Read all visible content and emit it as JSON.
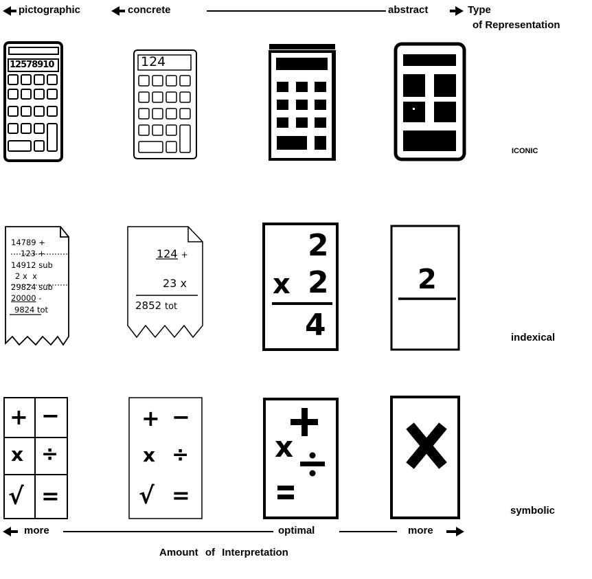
{
  "top_axis": {
    "left": "pictographic",
    "mid_left": "concrete",
    "right": "abstract",
    "title_line1": "Type",
    "title_line2": "of Representation"
  },
  "rows": {
    "iconic": "iconic",
    "indexical": "indexical",
    "symbolic": "symbolic"
  },
  "bottom_axis": {
    "left": "more",
    "middle": "optimal",
    "right": "more",
    "title": "Amount of Interpretation"
  },
  "calculator": {
    "pictographic_display": "12578910",
    "concrete_display": "124"
  },
  "tape_pictographic": {
    "lines": [
      [
        "14789",
        "+"
      ],
      [
        "123",
        "+"
      ],
      [
        "14912",
        "sub"
      ],
      [
        "2 x",
        "x"
      ],
      [
        "29824",
        "sub"
      ],
      [
        "20000",
        "-"
      ],
      [
        "9824",
        "tot"
      ]
    ]
  },
  "tape_concrete": {
    "lines": [
      [
        "124",
        "+"
      ],
      [
        "23",
        "x"
      ],
      [
        "2852",
        "tot"
      ]
    ]
  },
  "card_optimal": {
    "a": "2",
    "op": "x",
    "b": "2",
    "result": "4"
  },
  "card_abstract": {
    "value": "2"
  },
  "symbols": {
    "plus": "+",
    "minus": "−",
    "times": "x",
    "divide": "÷",
    "sqrt": "√",
    "equals": "="
  }
}
